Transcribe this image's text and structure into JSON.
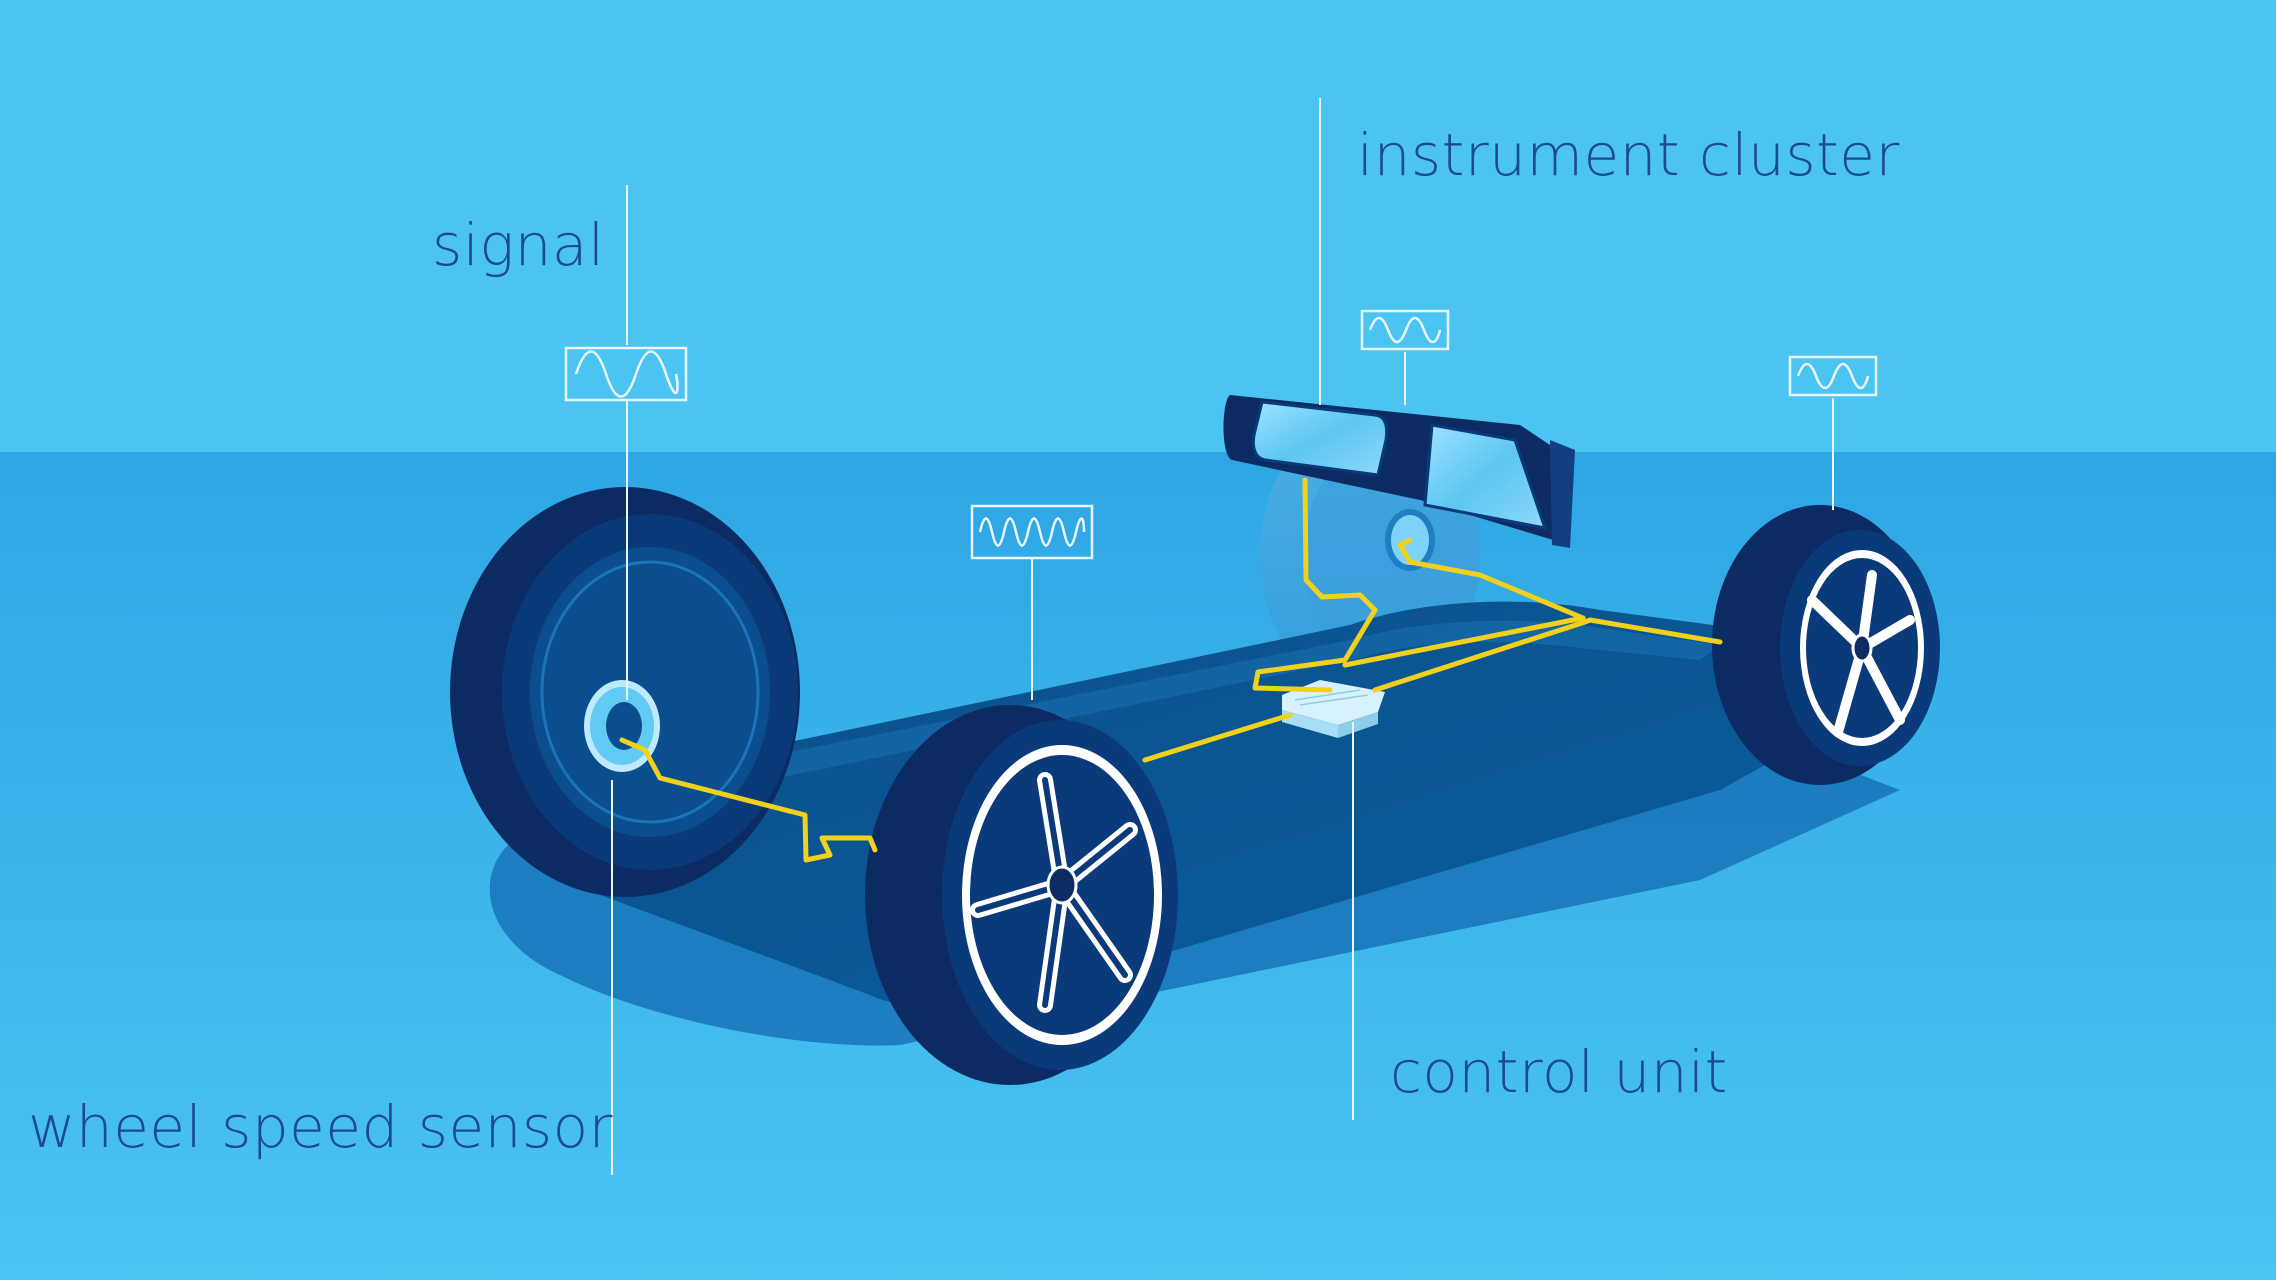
{
  "labels": {
    "signal": "signal",
    "instrument_cluster": "instrument cluster",
    "control_unit": "control unit",
    "wheel_speed_sensor": "wheel speed sensor"
  },
  "colors": {
    "sky": "#4bc4f2",
    "floor": "#2fa8e6",
    "navy": "#0d2b63",
    "chassis": "#0a5591",
    "shadow": "#1566a8",
    "wire": "#f2d11c",
    "callout_line": "#eaf6ff",
    "label_text": "#1d4a8c"
  },
  "icons": [
    "sine-wave-icon",
    "wheel-icon",
    "sensor-ring-icon",
    "control-unit-icon",
    "display-icon"
  ]
}
